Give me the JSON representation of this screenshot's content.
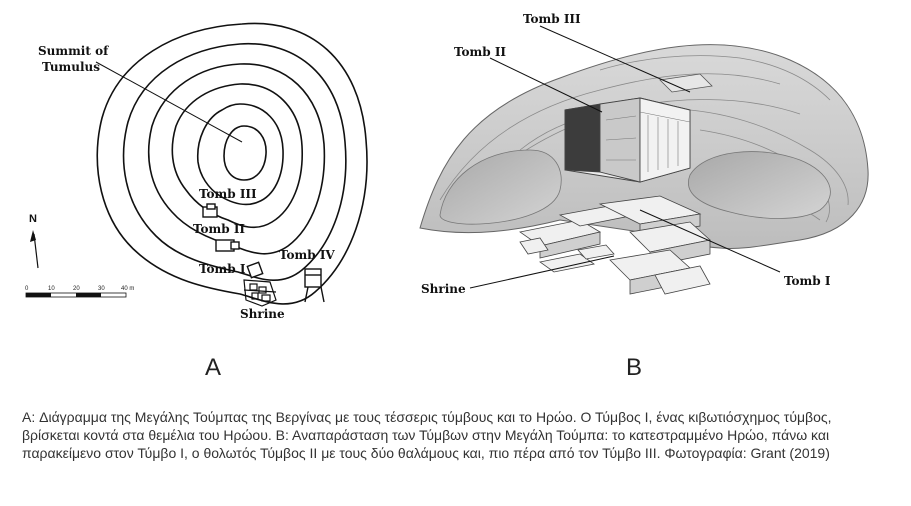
{
  "panel_a": {
    "labels": {
      "summit": "Summit of",
      "summit2": "Tumulus",
      "tomb3": "Tomb III",
      "tomb2": "Tomb II",
      "tomb1": "Tomb I",
      "tomb4": "Tomb IV",
      "shrine": "Shrine",
      "north": "N"
    },
    "scale": [
      "0",
      "10",
      "20",
      "30",
      "40 m"
    ],
    "letter": "A"
  },
  "panel_b": {
    "labels": {
      "tomb3": "Tomb III",
      "tomb2": "Tomb II",
      "tomb1": "Tomb I",
      "shrine": "Shrine"
    },
    "letter": "B"
  },
  "caption": "A: Διάγραμμα της Μεγάλης Τούμπας της Βεργίνας με τους τέσσερις τύμβους και το Ηρώο. Ο Τύμβος Ι, ένας κιβωτιόσχημος τύμβος, βρίσκεται κοντά στα θεμέλια του Ηρώου. Β: Αναπαράσταση των Τύμβων στην Μεγάλη Τούμπα: το κατεστραμμένο Ηρώο, πάνω και παρακείμενο στον Τύμβο Ι, ο θολωτός Τύμβος ΙΙ με τους δύο θαλάμους και, πιο πέρα από τον Τύμβο ΙΙΙ. Φωτογραφία: Grant (2019)"
}
